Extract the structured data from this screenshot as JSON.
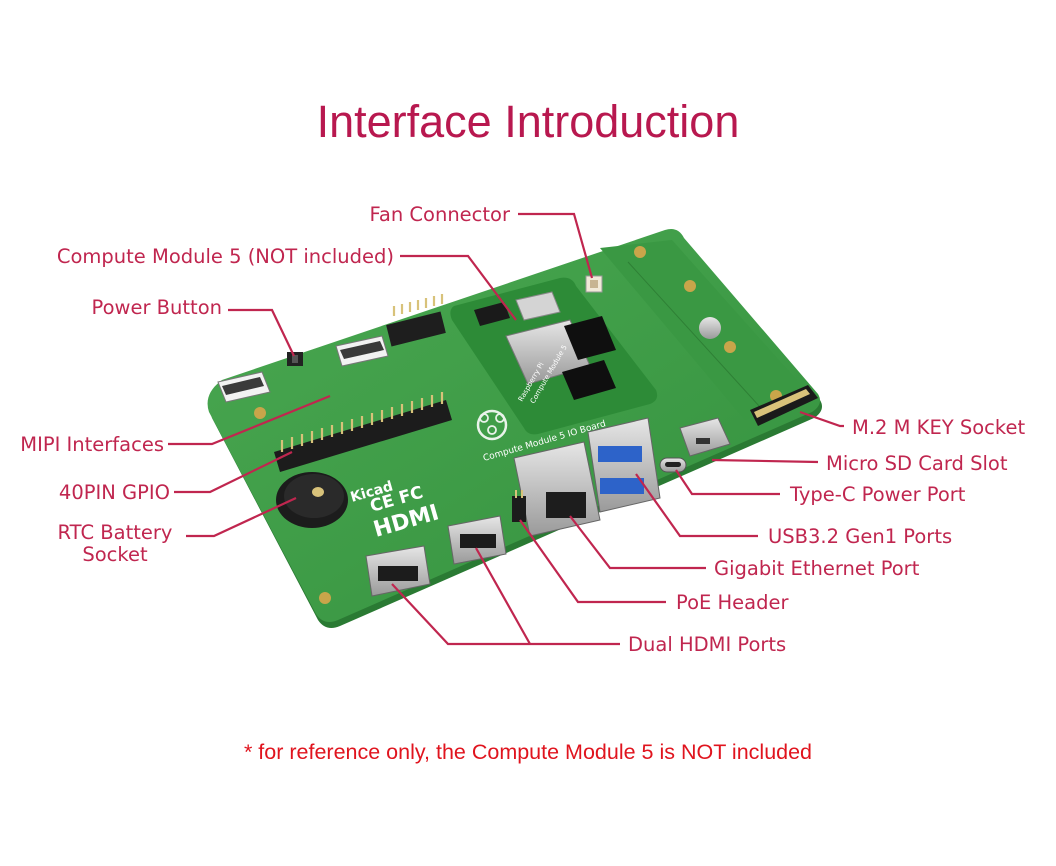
{
  "title": "Interface Introduction",
  "labels": {
    "fan_connector": "Fan Connector",
    "compute_module": "Compute Module 5 (NOT included)",
    "power_button": "Power Button",
    "mipi": "MIPI Interfaces",
    "gpio": "40PIN GPIO",
    "rtc_line1": "RTC Battery",
    "rtc_line2": "Socket",
    "m2": "M.2 M KEY Socket",
    "microsd": "Micro SD Card Slot",
    "typec": "Type-C Power Port",
    "usb": "USB3.2 Gen1 Ports",
    "ethernet": "Gigabit Ethernet Port",
    "poe": "PoE Header",
    "hdmi": "Dual HDMI Ports"
  },
  "board_markings": {
    "kicad": "Kicad",
    "hdmi_logo": "HDMI",
    "cert": "CE FC",
    "io_board": "Compute Module 5 IO Board",
    "raspberry_pi": "Raspberry Pi",
    "module_name": "Compute Module 5"
  },
  "footnote": "* for reference only, the Compute Module 5 is NOT included",
  "colors": {
    "title": "#b8184f",
    "label": "#c0264f",
    "footnote": "#e0141e",
    "pcb": "#3d9a45",
    "pcb_edge": "#2a7a33"
  }
}
